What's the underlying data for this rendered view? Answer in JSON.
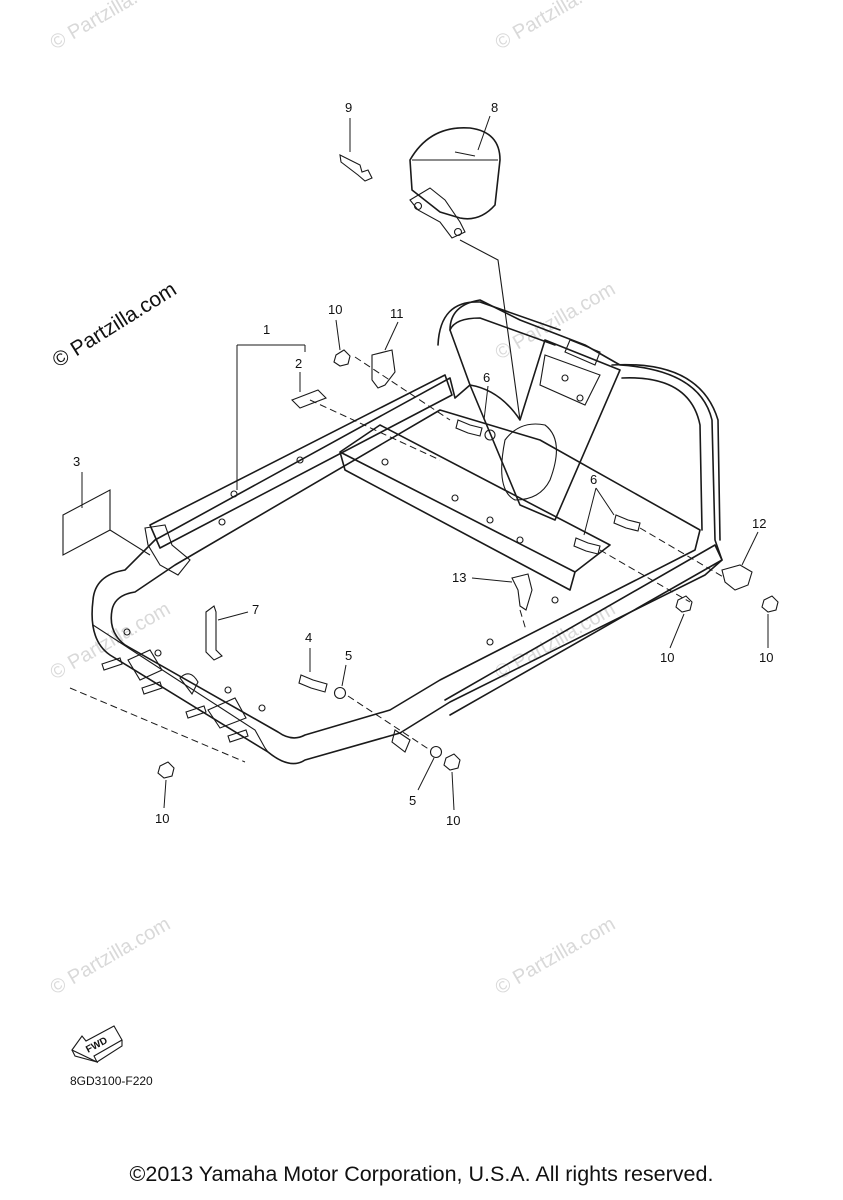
{
  "watermark": "© Partzilla.com",
  "primary_watermark": "© Partzilla.com",
  "diagram_code": "8GD3100-F220",
  "fwd_label": "FWD",
  "copyright": "©2013 Yamaha Motor Corporation, U.S.A. All rights reserved.",
  "callouts": [
    {
      "id": "c1",
      "label": "1"
    },
    {
      "id": "c2",
      "label": "2"
    },
    {
      "id": "c3",
      "label": "3"
    },
    {
      "id": "c4",
      "label": "4"
    },
    {
      "id": "c5a",
      "label": "5"
    },
    {
      "id": "c5b",
      "label": "5"
    },
    {
      "id": "c6a",
      "label": "6"
    },
    {
      "id": "c6b",
      "label": "6"
    },
    {
      "id": "c7",
      "label": "7"
    },
    {
      "id": "c8",
      "label": "8"
    },
    {
      "id": "c9",
      "label": "9"
    },
    {
      "id": "c10a",
      "label": "10"
    },
    {
      "id": "c10b",
      "label": "10"
    },
    {
      "id": "c10c",
      "label": "10"
    },
    {
      "id": "c10d",
      "label": "10"
    },
    {
      "id": "c10e",
      "label": "10"
    },
    {
      "id": "c11",
      "label": "11"
    },
    {
      "id": "c12",
      "label": "12"
    },
    {
      "id": "c13",
      "label": "13"
    }
  ]
}
